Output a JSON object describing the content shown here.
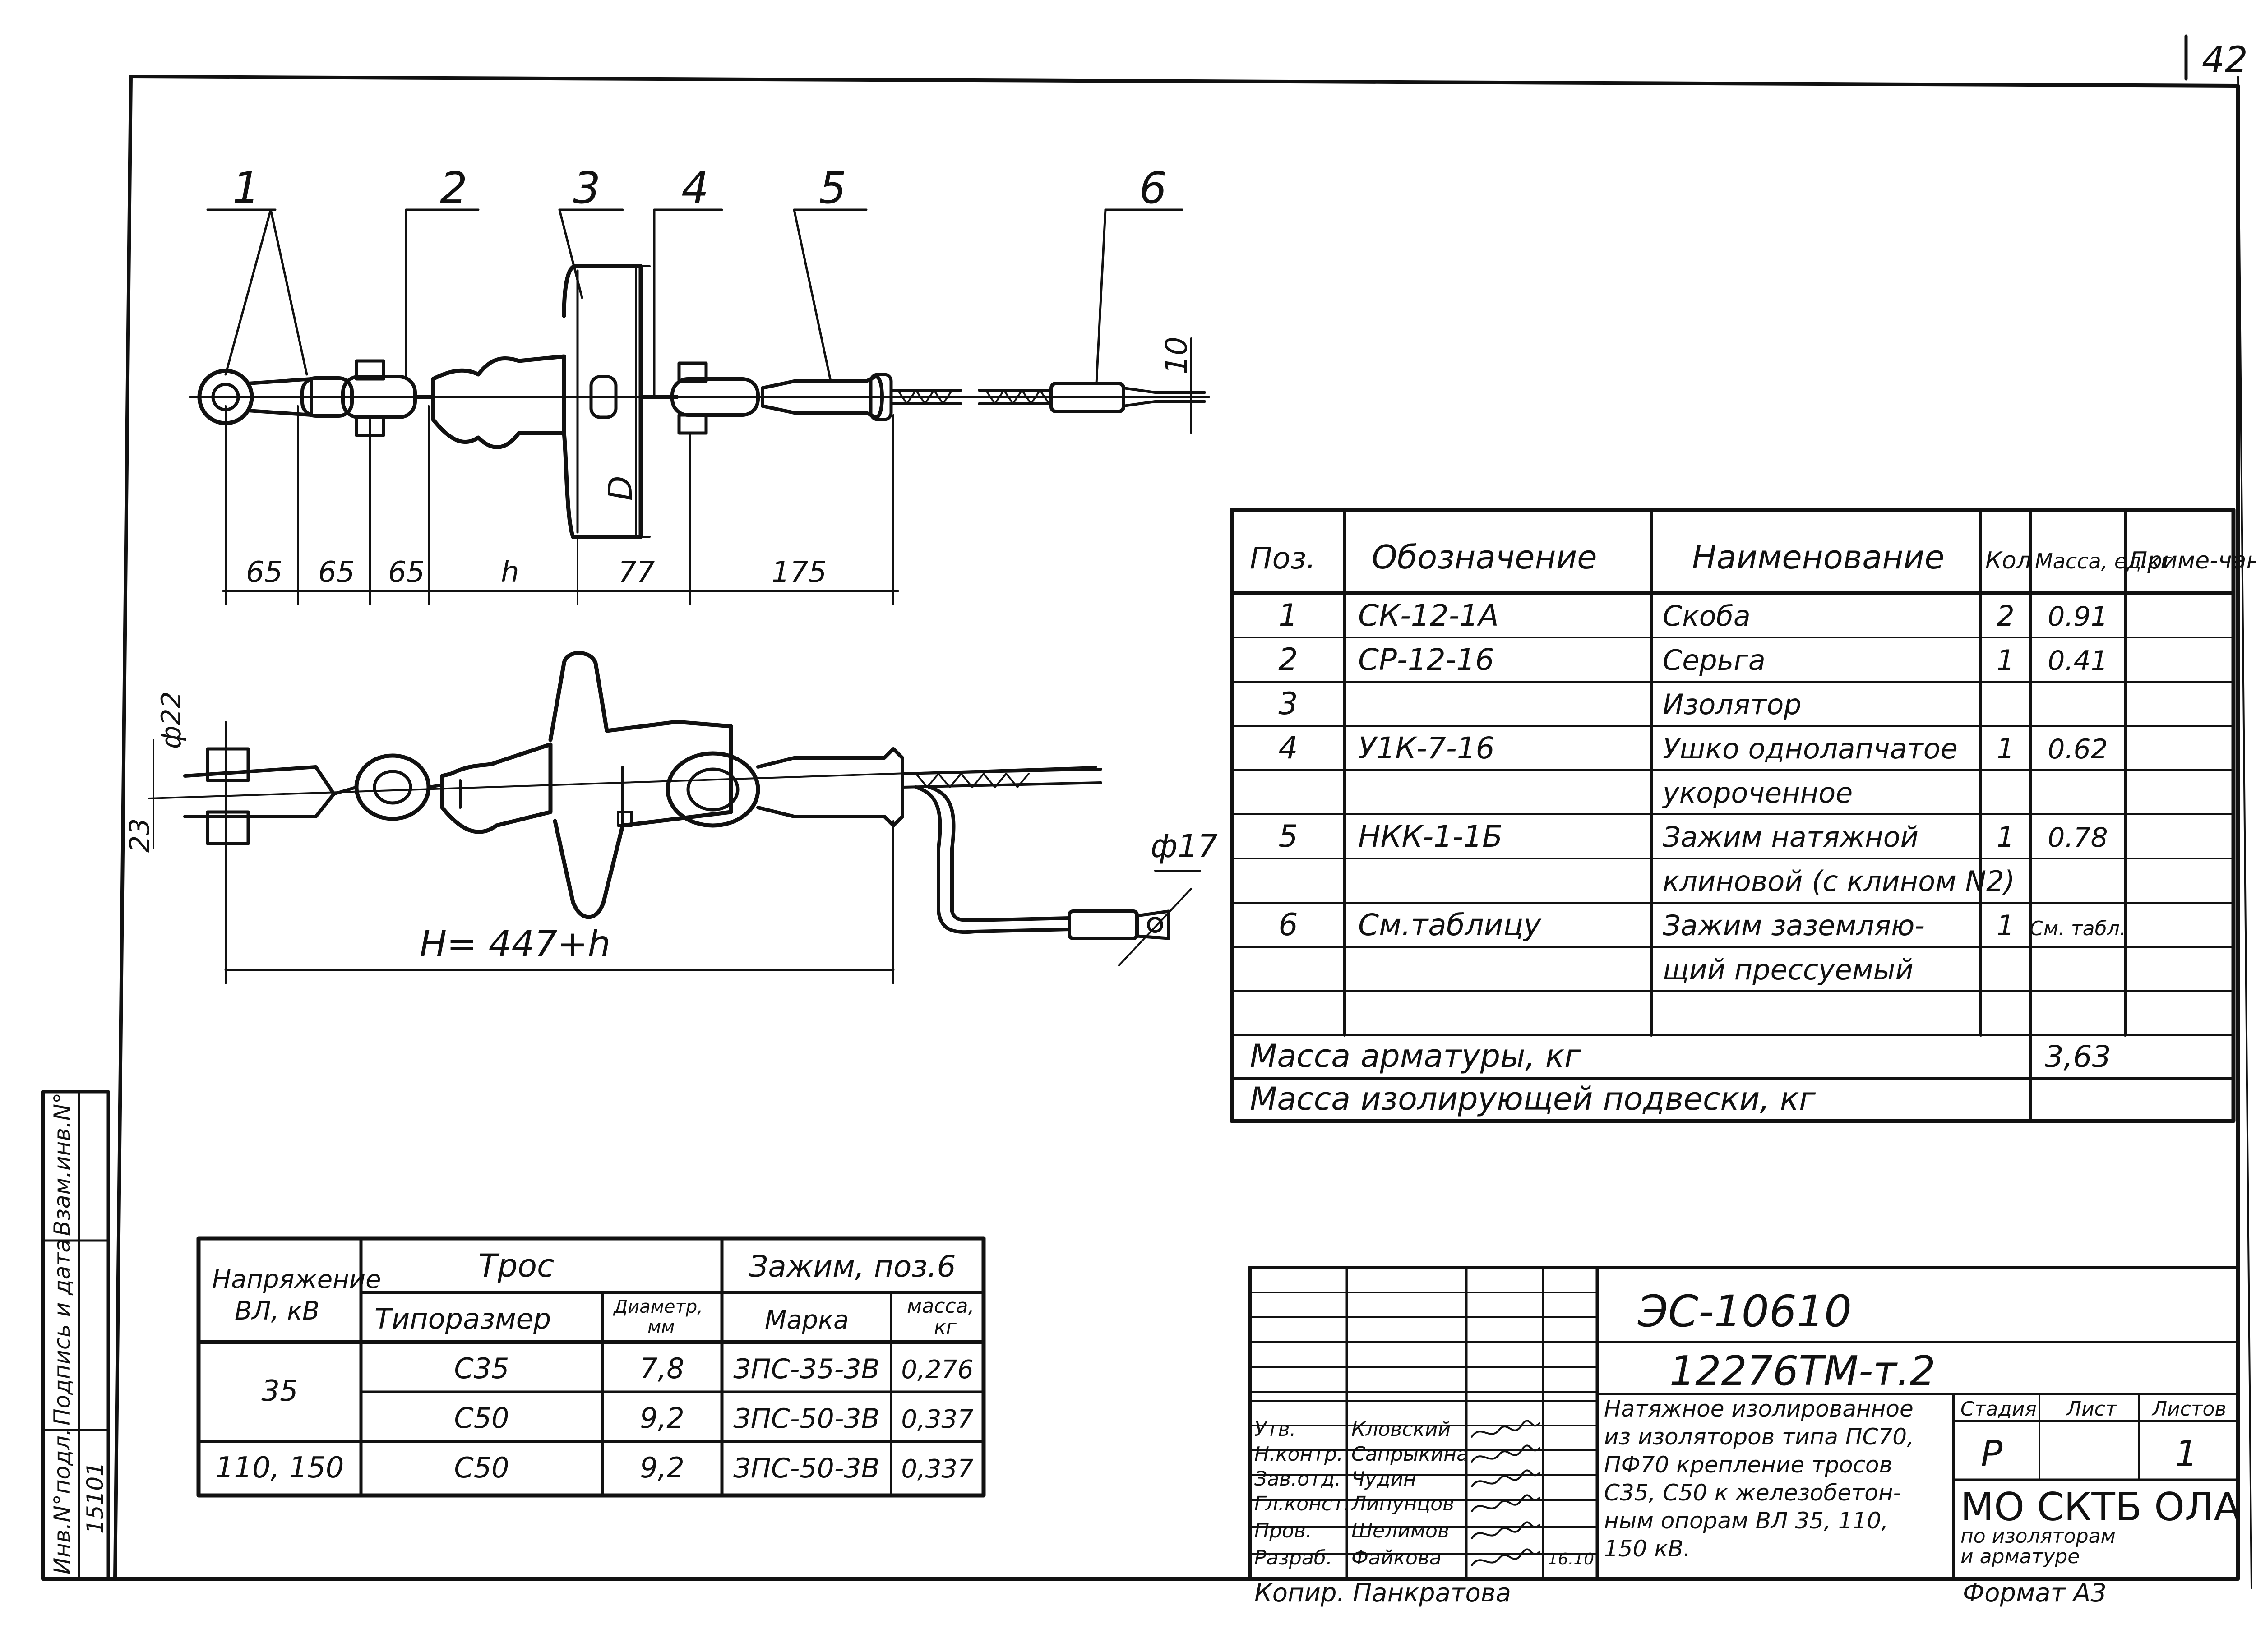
{
  "sheet": {
    "page_number": "42",
    "callouts": [
      "1",
      "2",
      "3",
      "4",
      "5",
      "6"
    ],
    "dims_top": [
      "65",
      "65",
      "65",
      "h",
      "77",
      "175"
    ],
    "dim_diameter_symbol": "D",
    "dim_wire": "10",
    "dim_pin_d22": "ф22",
    "dim_pin_23": "23",
    "dim_d17": "ф17",
    "dim_total": "H= 447+h"
  },
  "spec_table": {
    "headers": [
      "Поз.",
      "Обозначение",
      "Наименование",
      "Кол",
      "Масса, ед.кг",
      "Приме-чание"
    ],
    "rows": [
      [
        "1",
        "СК-12-1А",
        "Скоба",
        "2",
        "0.91",
        ""
      ],
      [
        "2",
        "СР-12-16",
        "Серьга",
        "1",
        "0.41",
        ""
      ],
      [
        "3",
        "",
        "Изолятор",
        "",
        "",
        ""
      ],
      [
        "4",
        "У1К-7-16",
        "Ушко однолапчатое",
        "1",
        "0.62",
        ""
      ],
      [
        "",
        "",
        "укороченное",
        "",
        "",
        ""
      ],
      [
        "5",
        "НКК-1-1Б",
        "Зажим натяжной",
        "1",
        "0.78",
        ""
      ],
      [
        "",
        "",
        "клиновой (с клином N2)",
        "",
        "",
        ""
      ],
      [
        "6",
        "См.таблицу",
        "Зажим заземляю-",
        "1",
        "См. табл.",
        ""
      ],
      [
        "",
        "",
        "щий прессуемый",
        "",
        "",
        ""
      ],
      [
        "",
        "",
        "",
        "",
        "",
        ""
      ]
    ],
    "mass_fittings_label": "Масса арматуры, кг",
    "mass_fittings_value": "3,63",
    "mass_suspension_label": "Масса изолирующей подвески, кг",
    "mass_suspension_value": ""
  },
  "cable_table": {
    "h_voltage": "Напряжение ВЛ, кВ",
    "h_cable": "Трос",
    "h_clamp": "Зажим, поз.6",
    "h_type": "Типоразмер",
    "h_diam": "Диаметр, мм",
    "h_mark": "Марка",
    "h_mass": "масса, кг",
    "rows": [
      [
        "35",
        "С35",
        "7,8",
        "ЗПС-35-3В",
        "0,276"
      ],
      [
        "",
        "С50",
        "9,2",
        "ЗПС-50-3В",
        "0,337"
      ],
      [
        "110, 150",
        "С50",
        "9,2",
        "ЗПС-50-3В",
        "0,337"
      ]
    ]
  },
  "side_stamp": {
    "f1": "Взам.инв.N°",
    "f2": "Подпись и дата",
    "f3": "Инв.N°подл.",
    "inv": "15101"
  },
  "title_block": {
    "code": "ЭС-10610",
    "subcode": "12276ТМ-т.2",
    "roles": [
      "Утв.",
      "Н.контр.",
      "Зав.отд.",
      "Гл.конст.",
      "Пров.",
      "Разраб."
    ],
    "names": [
      "Кловский",
      "Сапрыкина",
      "Чудин",
      "Липунцов",
      "Шелимов",
      "Файкова"
    ],
    "dates": [
      "",
      "",
      "",
      "",
      "",
      "16.10"
    ],
    "title_lines": [
      "Натяжное изолированное",
      "из изоляторов типа ПС70,",
      "ПФ70 крепление тросов",
      "С35, С50 к железобетон-",
      "ным опорам ВЛ 35, 110,",
      "150 кВ."
    ],
    "stage_label": "Стадия",
    "sheet_label": "Лист",
    "sheets_label": "Листов",
    "stage": "Р",
    "sheets": "1",
    "org": "МО СКТБ ОЛА",
    "org_sub1": "по изоляторам",
    "org_sub2": "и арматуре",
    "copied": "Копир. Панкратова",
    "format": "Формат А3"
  }
}
